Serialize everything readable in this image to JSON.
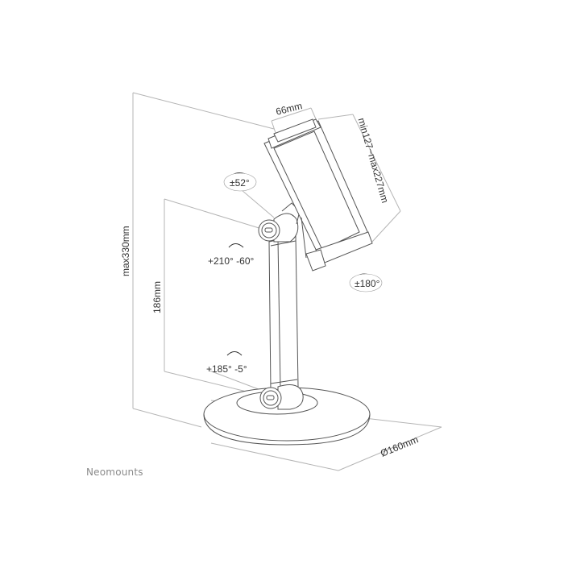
{
  "diagram": {
    "subject": "tablet desk stand dimension drawing",
    "colors": {
      "line": "#555555",
      "dim_line": "#b5b5b5",
      "text": "#333333",
      "brand": "#8a8a8a"
    },
    "dimensions": {
      "holder_width": "66mm",
      "holder_range": "min127~max227mm",
      "max_height": "max330mm",
      "pole_height": "186mm",
      "base_diameter": "Ø160mm"
    },
    "rotations": {
      "tilt": "±52°",
      "upper_joint": "+210° -60°",
      "rotate": "±180°",
      "lower_joint": "+185° -5°"
    },
    "brand": "Neomounts"
  }
}
